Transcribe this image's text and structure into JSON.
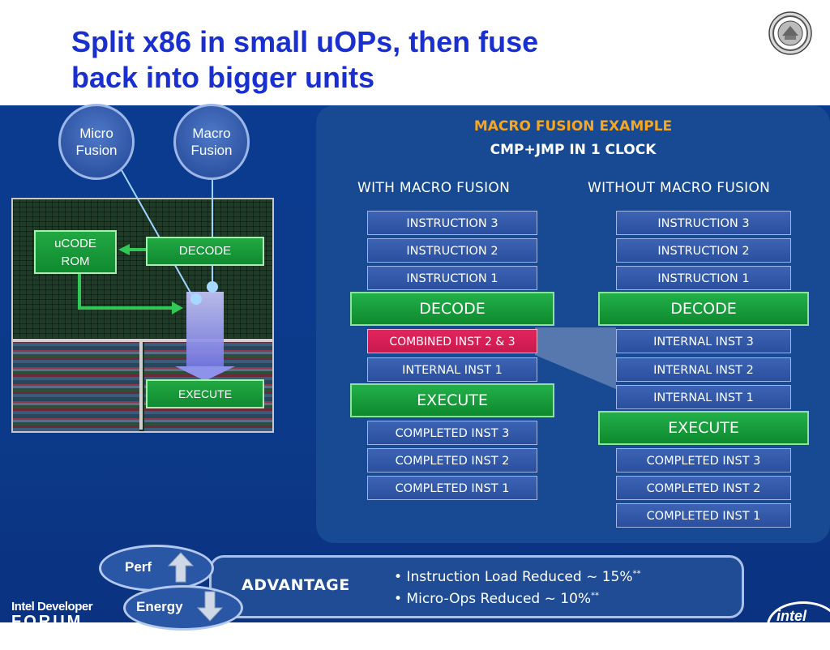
{
  "slide": {
    "title_line1": "Split x86 in small uOPs, then fuse",
    "title_line2": "back into bigger units"
  },
  "left_diagram": {
    "micro_fusion_line1": "Micro",
    "micro_fusion_line2": "Fusion",
    "macro_fusion_line1": "Macro",
    "macro_fusion_line2": "Fusion",
    "ucode_rom_line1": "uCODE",
    "ucode_rom_line2": "ROM",
    "decode": "DECODE",
    "execute": "EXECUTE"
  },
  "macro_fusion_panel": {
    "heading": "MACRO FUSION EXAMPLE",
    "subheading": "CMP+JMP IN 1 CLOCK",
    "with": {
      "header": "WITH MACRO FUSION",
      "before_decode": [
        "INSTRUCTION 3",
        "INSTRUCTION 2",
        "INSTRUCTION 1"
      ],
      "decode": "DECODE",
      "combined": "COMBINED INST 2 & 3",
      "internal": [
        "INTERNAL INST 1"
      ],
      "execute": "EXECUTE",
      "completed": [
        "COMPLETED INST 3",
        "COMPLETED INST 2",
        "COMPLETED INST 1"
      ]
    },
    "without": {
      "header": "WITHOUT MACRO FUSION",
      "before_decode": [
        "INSTRUCTION 3",
        "INSTRUCTION 2",
        "INSTRUCTION 1"
      ],
      "decode": "DECODE",
      "internal": [
        "INTERNAL INST 3",
        "INTERNAL INST 2",
        "INTERNAL INST 1"
      ],
      "execute": "EXECUTE",
      "completed": [
        "COMPLETED INST 3",
        "COMPLETED INST 2",
        "COMPLETED INST 1"
      ]
    }
  },
  "advantage": {
    "label": "ADVANTAGE",
    "perf": "Perf",
    "energy": "Energy",
    "bullet1": "• Instruction Load Reduced ~ 15%",
    "bullet1_mark": "**",
    "bullet2": "• Micro-Ops Reduced ~ 10%",
    "bullet2_mark": "**"
  },
  "footer": {
    "forum_line1": "Intel Developer",
    "forum_line2": "FORUM",
    "logo": "intel"
  },
  "colors": {
    "title": "#1a2fd0",
    "background": "#0b3b8f",
    "panel": "#174a92",
    "heading_accent": "#f5a623",
    "green_stage": "#0e8a2e",
    "combined_highlight": "#c81a4c",
    "instruction_box": "#2a4f9e"
  },
  "icons": [
    "university-seal-icon",
    "arrow-up-icon",
    "arrow-down-icon"
  ]
}
